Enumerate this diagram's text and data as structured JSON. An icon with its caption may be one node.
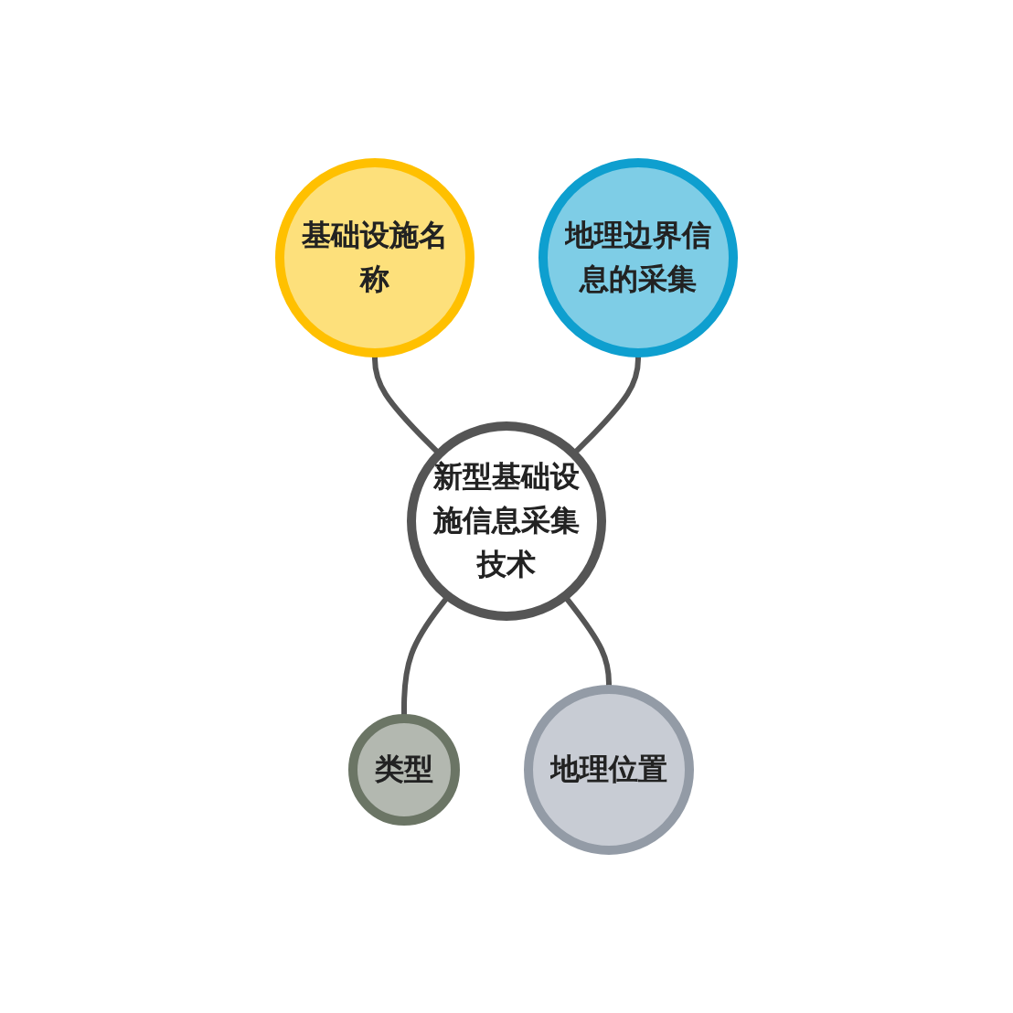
{
  "diagram": {
    "nodes": [
      {
        "text": [
          "基础设施名称"
        ]
      },
      {
        "text": [
          "地理边界信息的采集"
        ]
      },
      {
        "text": [
          "新型基础设施信息采集技术"
        ]
      },
      {
        "text": [
          "类型"
        ]
      },
      {
        "text": [
          "地理位置"
        ]
      }
    ],
    "edges": [
      {
        "from": 0,
        "to": 2,
        "arrow": "none"
      },
      {
        "from": 1,
        "to": 2,
        "arrow": "none"
      },
      {
        "from": 2,
        "to": 3,
        "arrow": "none"
      },
      {
        "from": 2,
        "to": 4,
        "arrow": "none"
      }
    ]
  }
}
